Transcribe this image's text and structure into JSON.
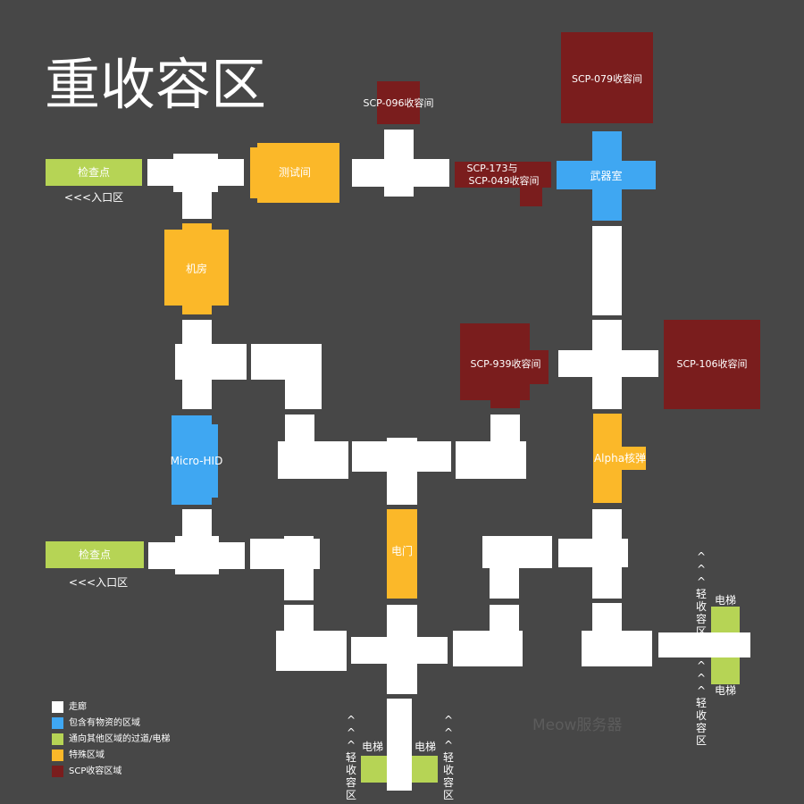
{
  "title": "重收容区",
  "colors": {
    "background": "#474747",
    "corridor": "#ffffff",
    "item_zone": "#3fa7f2",
    "transit_elevator": "#b6d455",
    "special_zone": "#fbb829",
    "scp_containment": "#7a1d1d",
    "watermark": "#5c5c5c"
  },
  "rooms": {
    "checkpoint_top": "检查点",
    "checkpoint_bottom": "检查点",
    "test_room": "测试间",
    "scp096": "SCP-096收容间",
    "scp079": "SCP-079收容间",
    "scp173_line1": "SCP-173与",
    "scp173_line2": "SCP-049收容间",
    "armory": "武器室",
    "server_room": "机房",
    "scp939": "SCP-939收容间",
    "scp106": "SCP-106收容间",
    "micro_hid": "Micro-HID",
    "alpha_warhead": "Alpha核弹",
    "electric_gate": "电门"
  },
  "exits": {
    "entrance_top": "<<<入口区",
    "entrance_bottom": "<<<入口区",
    "elevator": "电梯",
    "light_zone_up": "^^^轻收容区",
    "light_zone_down": "^^^轻收容区"
  },
  "legend": {
    "items": [
      {
        "label": "走廊",
        "color": "#ffffff"
      },
      {
        "label": "包含有物资的区域",
        "color": "#3fa7f2"
      },
      {
        "label": "通向其他区域的过道/电梯",
        "color": "#b6d455"
      },
      {
        "label": "特殊区域",
        "color": "#fbb829"
      },
      {
        "label": "SCP收容区域",
        "color": "#7a1d1d"
      }
    ]
  },
  "watermark": "Meow服务器"
}
